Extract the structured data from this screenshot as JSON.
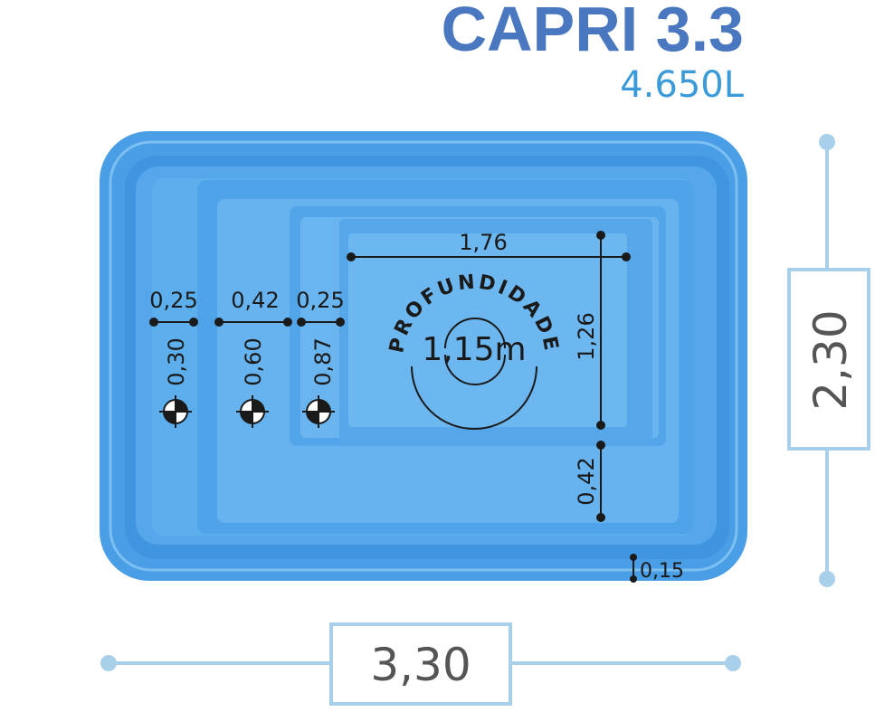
{
  "title": "CAPRI 3.3",
  "volume": "4.650L",
  "dimensions": {
    "length": "3,30",
    "width": "2,30"
  },
  "depth_label": "PROFUNDIDADE",
  "depth_value": "1,15m",
  "measurements": {
    "inner_length": "1,76",
    "inner_width": "1,26",
    "step1_width": "0,25",
    "step2_width": "0,42",
    "step3_width": "0,25",
    "step1_depth": "0,30",
    "step2_depth": "0,60",
    "step3_depth": "0,87",
    "bench_width": "0,42",
    "rim": "0,15"
  },
  "colors": {
    "pool_outer": "#4a9ee6",
    "pool_mid": "#5ba8ea",
    "pool_inner": "#66b2ee",
    "title": "#4a78c0",
    "volume": "#3b9ad8",
    "dimension_line": "#a8d0ea"
  }
}
